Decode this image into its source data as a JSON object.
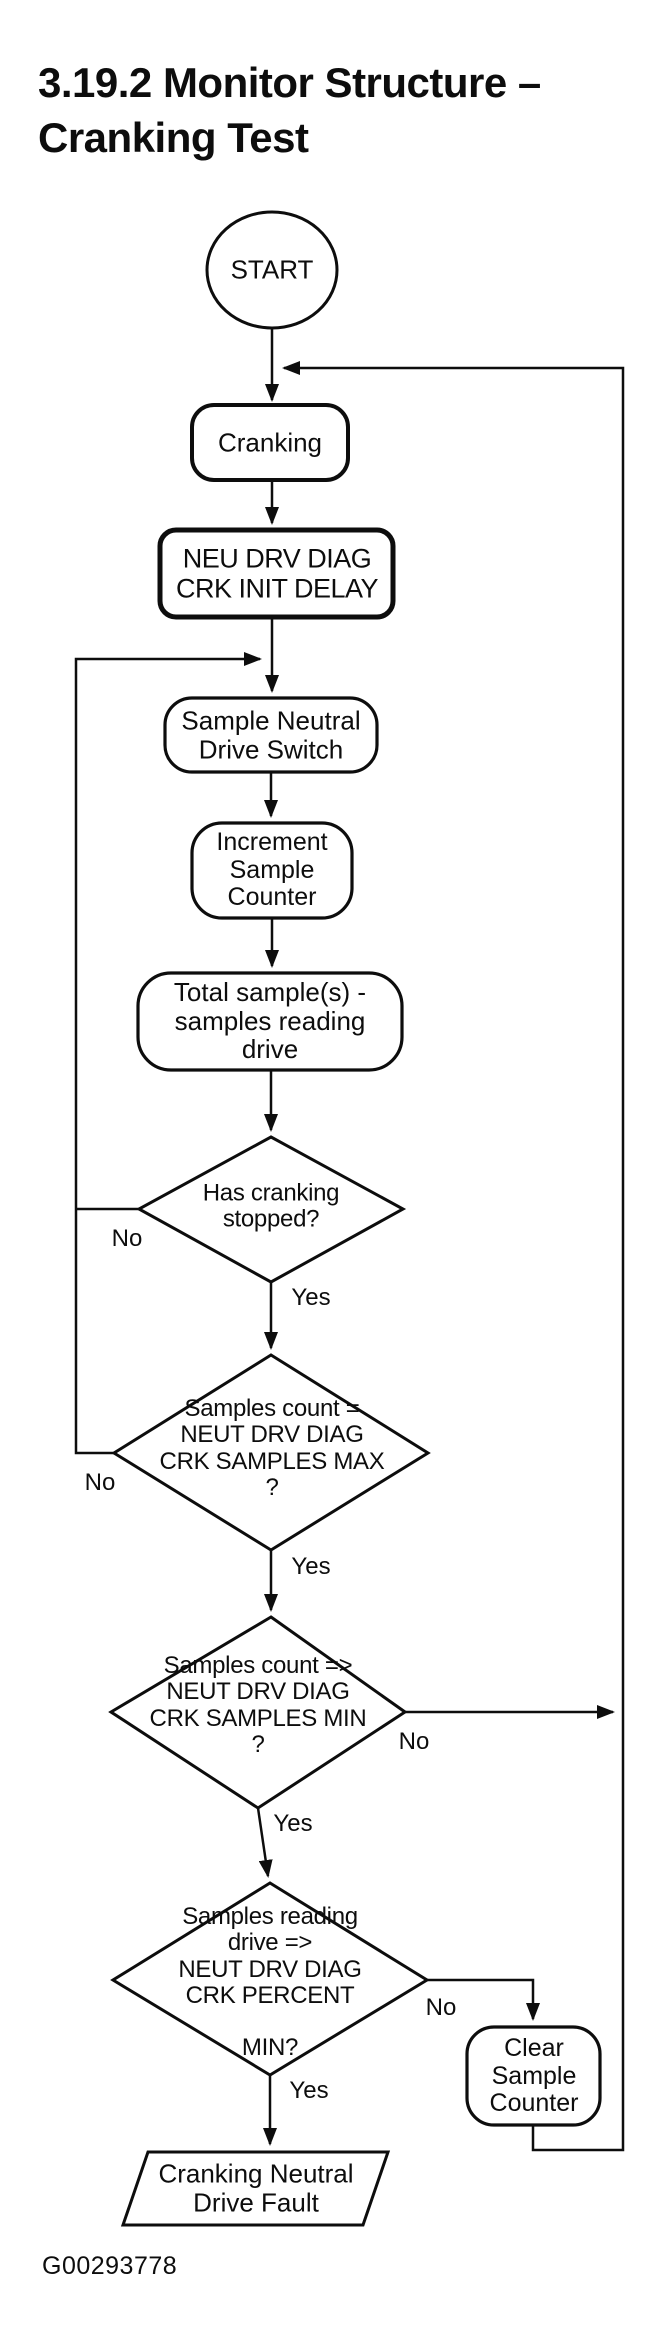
{
  "page": {
    "title": "3.19.2 Monitor Structure –\nCranking Test",
    "figure_code": "G00293778"
  },
  "colors": {
    "ink": "#0d0d0d",
    "paper": "#ffffff"
  },
  "nodes": {
    "start": "START",
    "cranking": "Cranking",
    "init_delay": "NEU DRV DIAG\nCRK INIT DELAY",
    "sample_switch": "Sample Neutral\nDrive Switch",
    "increment_counter": "Increment\nSample\nCounter",
    "total_samples": "Total sample(s) -\nsamples reading\ndrive",
    "has_cranking_stopped": "Has cranking\nstopped?",
    "samples_count_max": "Samples count =\nNEUT DRV DIAG\nCRK SAMPLES MAX\n?",
    "samples_count_min": "Samples count =>\nNEUT DRV DIAG\nCRK SAMPLES MIN\n?",
    "samples_reading_percent": "Samples reading\ndrive =>\nNEUT DRV DIAG\nCRK PERCENT",
    "samples_reading_percent_tail": "MIN?",
    "clear_counter": "Clear\nSample\nCounter",
    "fault_output": "Cranking Neutral\nDrive Fault"
  },
  "edge_labels": {
    "has_cranking_stopped_no": "No",
    "has_cranking_stopped_yes": "Yes",
    "samples_count_max_no": "No",
    "samples_count_max_yes": "Yes",
    "samples_count_min_no": "No",
    "samples_count_min_yes": "Yes",
    "samples_reading_percent_no": "No",
    "samples_reading_percent_yes": "Yes"
  }
}
